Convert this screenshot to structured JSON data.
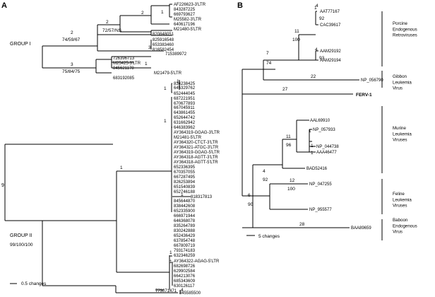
{
  "panel_a": {
    "label": "A",
    "root_value": "9",
    "group1_label": "GROUP I",
    "group1_support": "74/59/67",
    "group1_sub_support": "75/84/75",
    "group2_label": "GROUP II",
    "group2_support": "99/100/100",
    "values": {
      "two_a": "2",
      "two_b": "2",
      "two_c": "2",
      "one_a": "1",
      "one_b": "1",
      "one_c": "1",
      "ns": "72/57/NS",
      "three_a": "3",
      "three_b": "3",
      "gII_1": "1",
      "gII_2": "1",
      "gII_3": "1",
      "gII_4": "1",
      "gII_5": "1",
      "gII_6": "1",
      "gII_7": "1",
      "gII_8": "1",
      "gII_9": "1",
      "four": "4"
    },
    "leaves": {
      "l01": "AF226623-3'LTR",
      "l02": "843287225",
      "l03": "669793627",
      "l04": "M25582-3'LTR",
      "l05": "640617196",
      "l06": "M21480-5'LTR",
      "l07": "820848051",
      "l08": "825916548",
      "l09": "653383460",
      "l10": "816582454",
      "l11": "715389972",
      "l12": "726396713",
      "l13": "M25425-3'LTR",
      "l14": "845621178",
      "l15": "M21479-5'LTR",
      "l16": "683192085",
      "l17": "834238425",
      "l18": "645329762",
      "l19": "652444045",
      "l20": "687221951",
      "l21": "670677893",
      "l22": "667045911",
      "l23": "643861455",
      "l24": "652644742",
      "l25": "631662942",
      "l26": "646383962",
      "l27": "AY364319-GGAG-3'LTR",
      "l28": "M21481-5'LTR",
      "l29": "AY364320-CTCT-3'LTR",
      "l30": "AY364321-ATGC-3'LTR",
      "l31": "AY364319-GGAG-5'LTR",
      "l32": "AY364318-AGTT-3'LTR",
      "l33": "AY364318-AGTT-5'LTR",
      "l34": "652336395",
      "l35": "670357055",
      "l36": "667287495",
      "l37": "826253894",
      "l38": "651540839",
      "l39": "652746188",
      "l40": "818317813",
      "l41": "845644870",
      "l42": "838442608",
      "l43": "652335900",
      "l44": "666971944",
      "l45": "646368078",
      "l46": "835264789",
      "l47": "830242888",
      "l48": "652436429",
      "l49": "637854748",
      "l50": "667809719",
      "l51": "793174183",
      "l52": "632346259",
      "l53": "AY364322-AGAG-5'LTR",
      "l54": "682698726",
      "l55": "629902584",
      "l56": "664213076",
      "l57": "685343609",
      "l58": "630126117",
      "l59": "773071471",
      "l60": "845585500"
    },
    "scale_label": "0.5 changes"
  },
  "panel_b": {
    "label": "B",
    "leaves": {
      "aat": "AAT77167",
      "cac": "CAC39617",
      "aam1": "AAM29192",
      "aam2": "AAM29194",
      "np056": "NP_056790",
      "ferv": "FERV-1",
      "aal": "AAL69910",
      "np057": "NP_057933",
      "np044": "NP_044738",
      "aaa": "AAA46477",
      "bad": "BAD52416",
      "np047": "NP_047255",
      "np955": "NP_955577",
      "baa": "BAA89659"
    },
    "values": {
      "n1a": "1",
      "n4a": "4",
      "n92a": "92",
      "n4b": "4",
      "n93": "93",
      "n11a": "11",
      "n100a": "100",
      "n7": "7",
      "n74": "74",
      "n22": "22",
      "n27": "27",
      "n1b": "1",
      "n1c": "1",
      "n1d": "1",
      "n11b": "11",
      "n96": "96",
      "n4c": "4",
      "n92b": "92",
      "n12": "12",
      "n100b": "100",
      "n6": "6",
      "n90": "90",
      "n28": "28"
    },
    "group_labels": {
      "porcine": [
        "Porcine",
        "Endogenous",
        "Retroviruses"
      ],
      "gibbon": [
        "Gibbon",
        "Leukemia",
        "Virus"
      ],
      "murine": [
        "Murine",
        "Leukemia",
        "Viruses"
      ],
      "feline": [
        "Feline",
        "Leukemia",
        "Viruses"
      ],
      "baboon": [
        "Baboon",
        "Endogenous",
        "Virus"
      ]
    },
    "scale_label": "5 changes"
  }
}
